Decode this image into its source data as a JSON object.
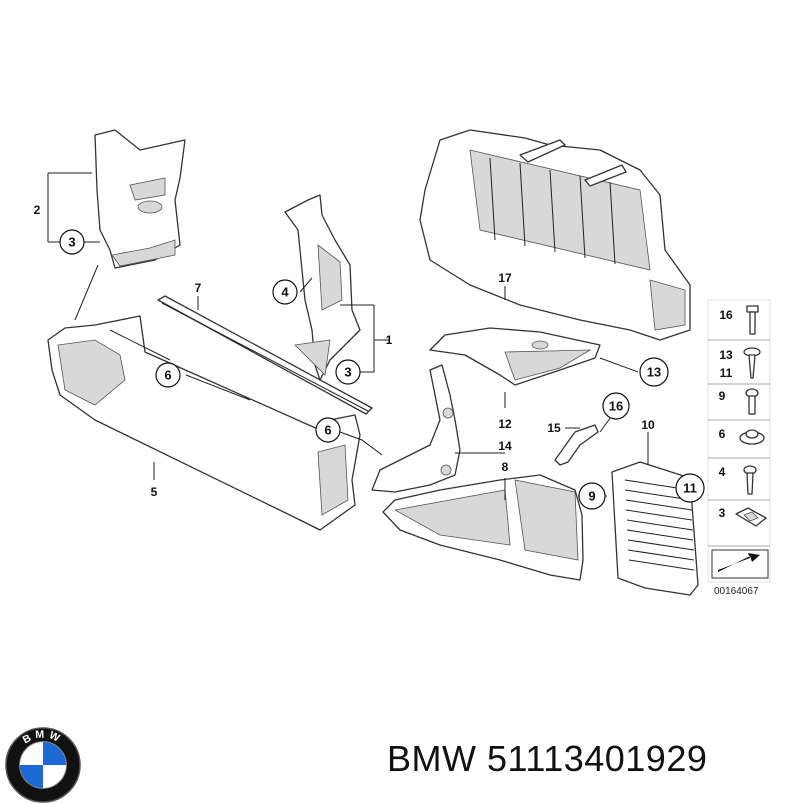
{
  "callouts": [
    {
      "label": "3"
    },
    {
      "label": "4"
    },
    {
      "label": "6"
    },
    {
      "label": "3"
    },
    {
      "label": "6"
    },
    {
      "label": "13"
    },
    {
      "label": "16"
    },
    {
      "label": "9"
    },
    {
      "label": "11"
    }
  ],
  "labels": [
    {
      "label": "2"
    },
    {
      "label": "7"
    },
    {
      "label": "1"
    },
    {
      "label": "5"
    },
    {
      "label": "17"
    },
    {
      "label": "12"
    },
    {
      "label": "14"
    },
    {
      "label": "8"
    },
    {
      "label": "15"
    },
    {
      "label": "10"
    }
  ],
  "legend": {
    "items": [
      {
        "num": "16"
      },
      {
        "num": "13"
      },
      {
        "num": "11"
      },
      {
        "num": "9"
      },
      {
        "num": "6"
      },
      {
        "num": "4"
      },
      {
        "num": "3"
      }
    ],
    "ref": "00164067"
  },
  "logo": {
    "text": "BMW",
    "colors": {
      "blue": "#1c69d4",
      "ring": "#111111",
      "white": "#ffffff"
    }
  },
  "footer": {
    "text": "BMW 51113401929"
  }
}
